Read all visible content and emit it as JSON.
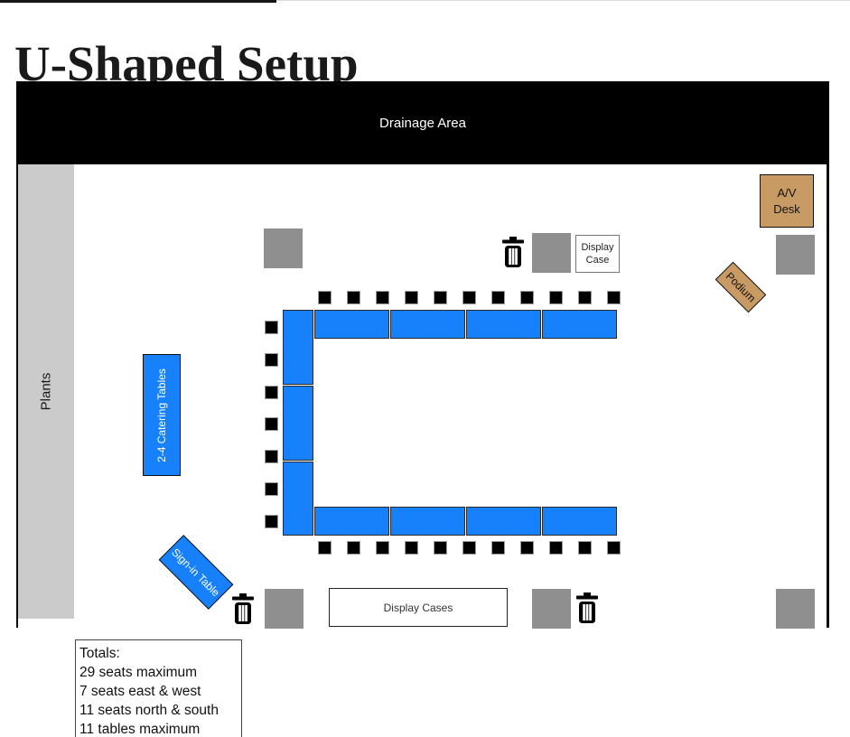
{
  "page": {
    "title": "U-Shaped Setup"
  },
  "room": {
    "drainage_label": "Drainage Area",
    "plants_label": "Plants"
  },
  "furniture": {
    "av_desk_label": "A/V\nDesk",
    "podium_label": "Podium",
    "catering_tables_label": "2-4 Catering Tables",
    "sign_in_table_label": "Sign-in Table",
    "display_case_label": "Display\nCase",
    "display_cases_label": "Display Cases",
    "pillar_count": 6,
    "trash_can_count": 3
  },
  "u_shape": {
    "seats": {
      "north": 11,
      "south": 11,
      "west": 7,
      "maximum": 29
    },
    "tables": {
      "north": 4,
      "south": 4,
      "west": 3,
      "maximum": 11
    }
  },
  "totals": {
    "lines": [
      "Totals:",
      "29 seats maximum",
      "7 seats east & west",
      "11 seats north & south",
      "11 tables maximum"
    ]
  },
  "colors": {
    "table_blue": "#1781FB",
    "wood_tan": "#C89B64",
    "pillar_gray": "#8F8F8F",
    "plants_gray": "#CBCBCB",
    "banner_black": "#000000"
  }
}
